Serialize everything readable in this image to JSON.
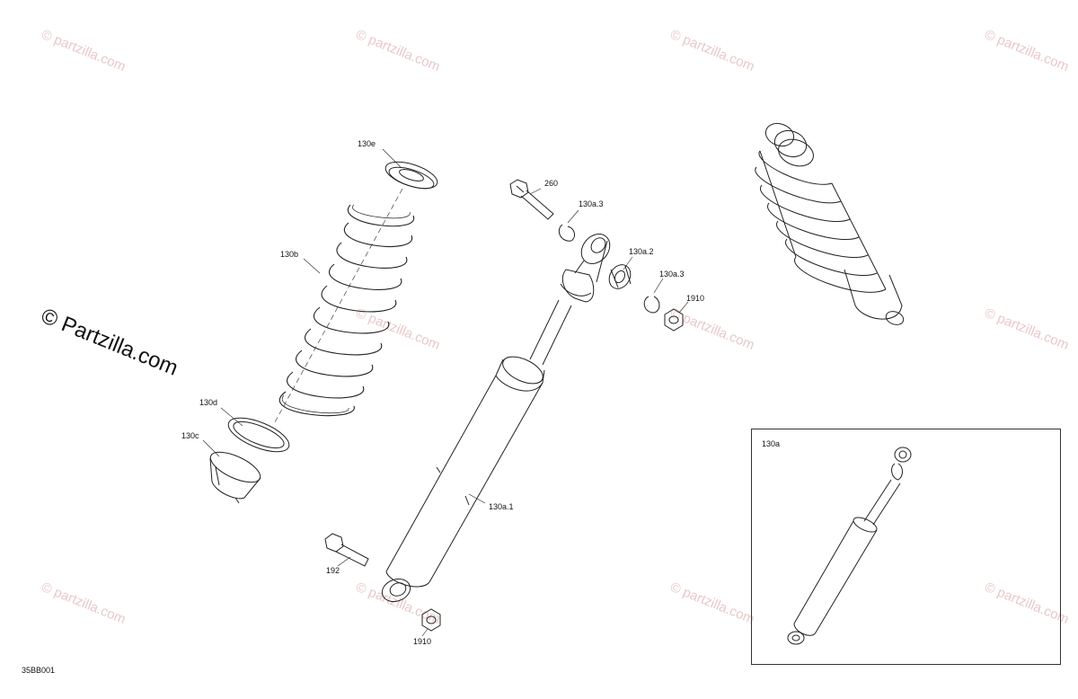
{
  "diagram": {
    "drawing_code": "35BB001",
    "inset_label": "130a",
    "callouts": {
      "c130e": "130e",
      "c130b": "130b",
      "c130d": "130d",
      "c130c": "130c",
      "c260": "260",
      "c130a3_top": "130a.3",
      "c130a2": "130a.2",
      "c130a3_right": "130a.3",
      "c1910_top": "1910",
      "c130a1": "130a.1",
      "c192": "192",
      "c1910_bottom": "1910"
    }
  },
  "watermark": {
    "small_text": "© partzilla.com",
    "large_text": "© Partzilla.com"
  }
}
